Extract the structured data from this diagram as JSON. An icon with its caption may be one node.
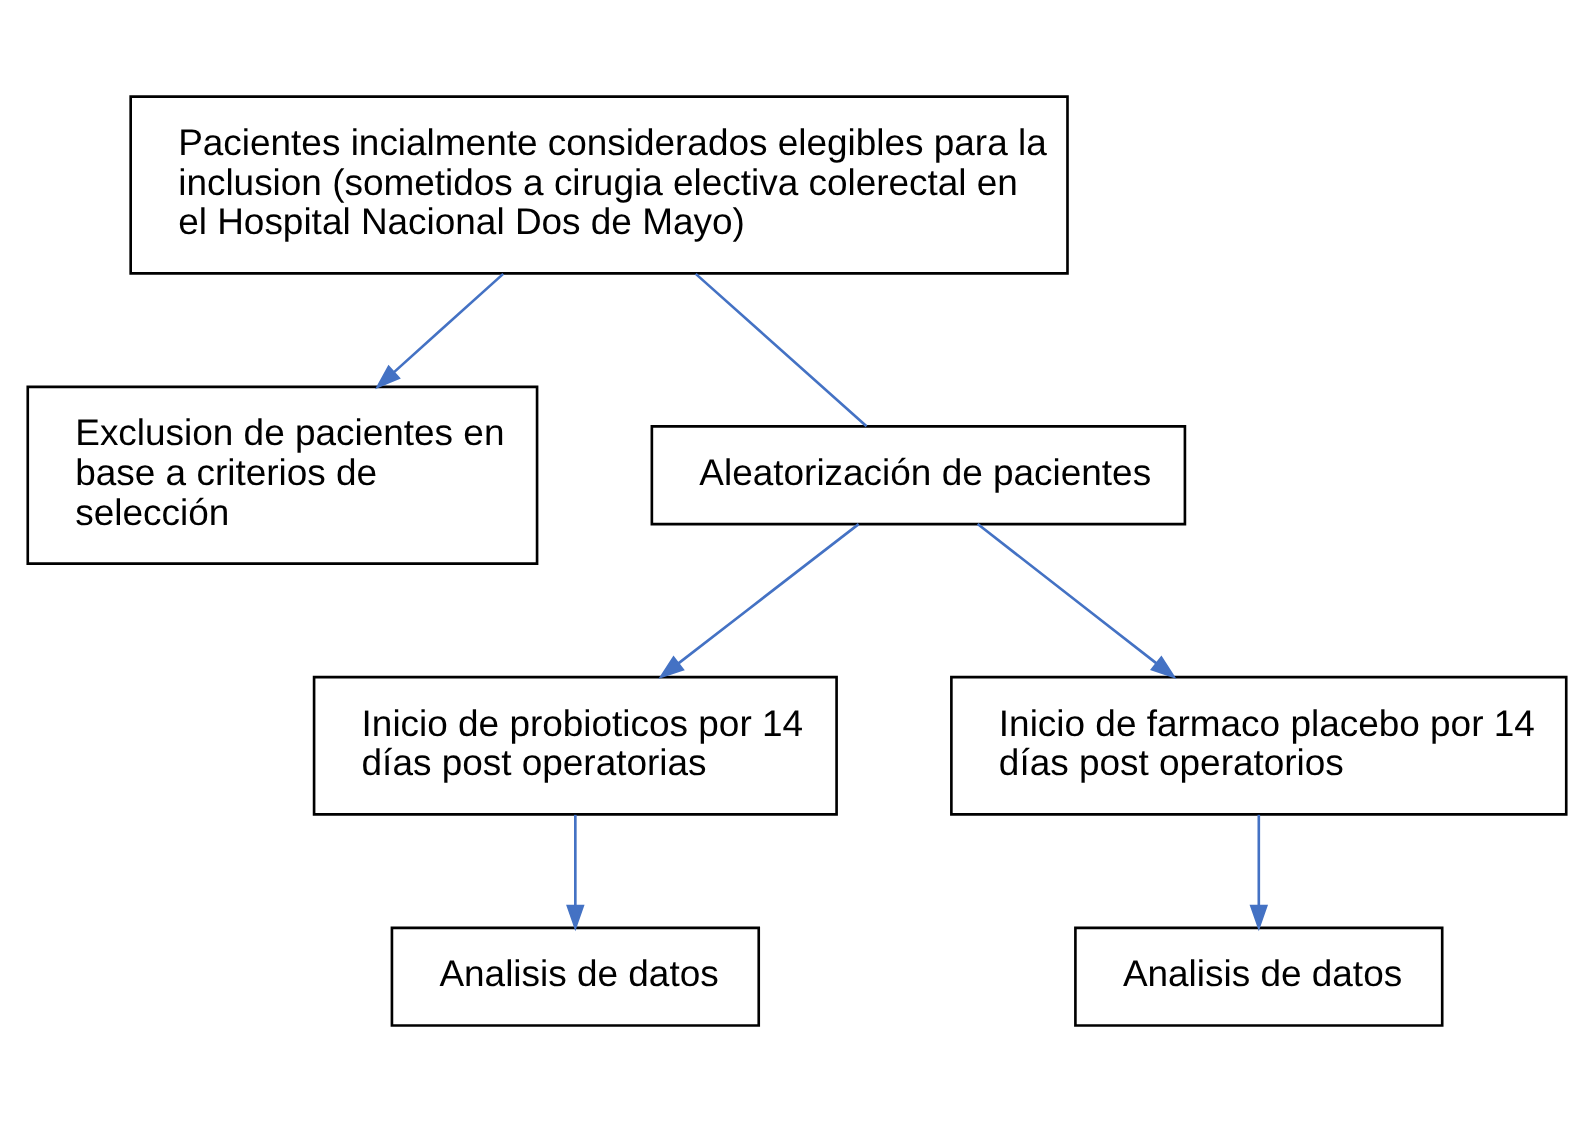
{
  "diagram": {
    "nodes": [
      {
        "text": [
          "Pacientes incialmente considerados elegibles para la inclusion (sometidos a cirugia electiva colerectal en el Hospital Nacional Dos de Mayo)"
        ]
      },
      {
        "text": [
          "Exclusion de pacientes en base a criterios de selección"
        ]
      },
      {
        "text": [
          "Aleatorización de pacientes"
        ]
      },
      {
        "text": [
          "Inicio de probioticos por 14 días post operatorias"
        ]
      },
      {
        "text": [
          "Inicio de farmaco placebo por 14 días post operatorios"
        ]
      },
      {
        "text": [
          "Analisis de datos"
        ]
      },
      {
        "text": [
          "Analisis de datos"
        ]
      }
    ],
    "edges": [
      {
        "from": 0,
        "to": 2,
        "arrow": "none"
      },
      {
        "from": 0,
        "to": 1,
        "arrow": "to"
      },
      {
        "from": 2,
        "to": 3,
        "arrow": "to"
      },
      {
        "from": 2,
        "to": 4,
        "arrow": "to"
      },
      {
        "from": 3,
        "to": 5,
        "arrow": "to"
      },
      {
        "from": 4,
        "to": 6,
        "arrow": "to"
      }
    ]
  }
}
